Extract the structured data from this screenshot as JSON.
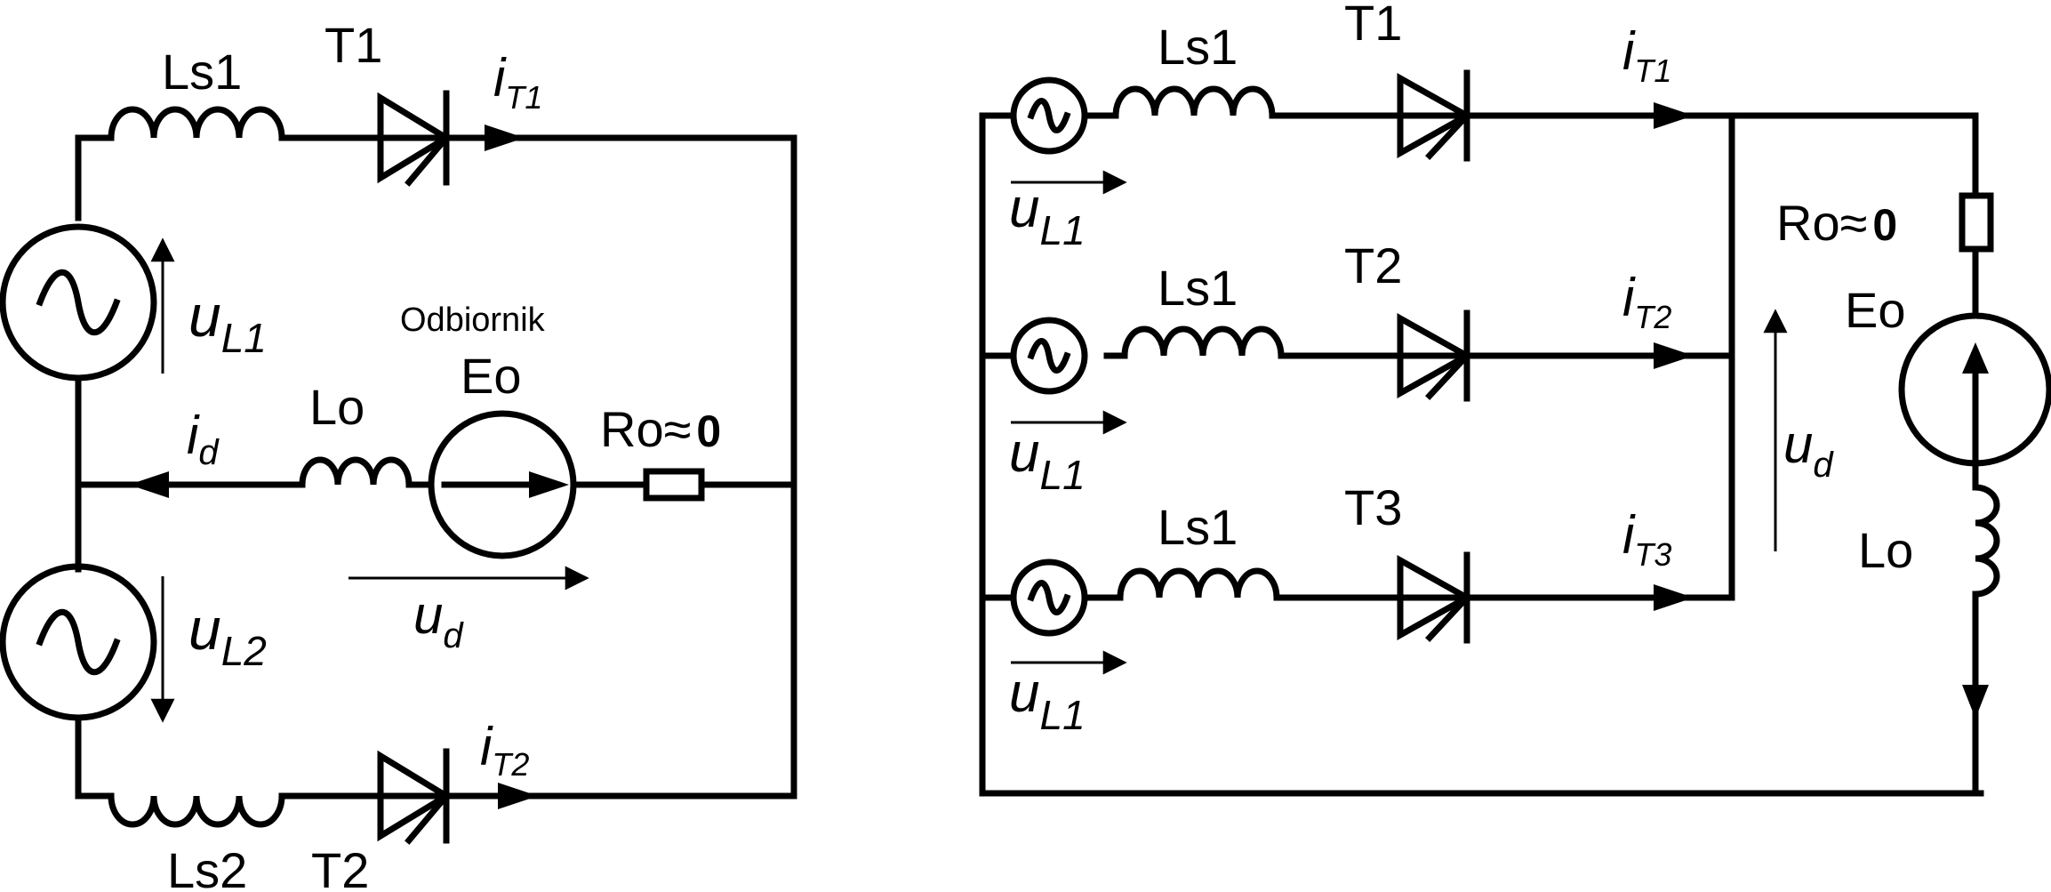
{
  "left_circuit": {
    "Ls1": "Ls1",
    "Ls2": "Ls2",
    "T1": "T1",
    "T2": "T2",
    "iT1_main": "i",
    "iT1_sub": "T1",
    "iT2_main": "i",
    "iT2_sub": "T2",
    "uL1_main": "u",
    "uL1_sub": "L1",
    "uL2_main": "u",
    "uL2_sub": "L2",
    "id_main": "i",
    "id_sub": "d",
    "Lo": "Lo",
    "Eo": "Eo",
    "odbiornik": "Odbiornik",
    "Ro_prefix": "Ro≈",
    "Ro_value": "0",
    "ud_main": "u",
    "ud_sub": "d"
  },
  "right_circuit": {
    "rows": [
      {
        "Ls": "Ls1",
        "T": "T1",
        "i_main": "i",
        "i_sub": "T1",
        "u_main": "u",
        "u_sub": "L1"
      },
      {
        "Ls": "Ls1",
        "T": "T2",
        "i_main": "i",
        "i_sub": "T2",
        "u_main": "u",
        "u_sub": "L1"
      },
      {
        "Ls": "Ls1",
        "T": "T3",
        "i_main": "i",
        "i_sub": "T3",
        "u_main": "u",
        "u_sub": "L1"
      }
    ],
    "Ro_prefix": "Ro≈",
    "Ro_value": "0",
    "Eo": "Eo",
    "Lo": "Lo",
    "ud_main": "u",
    "ud_sub": "d"
  }
}
